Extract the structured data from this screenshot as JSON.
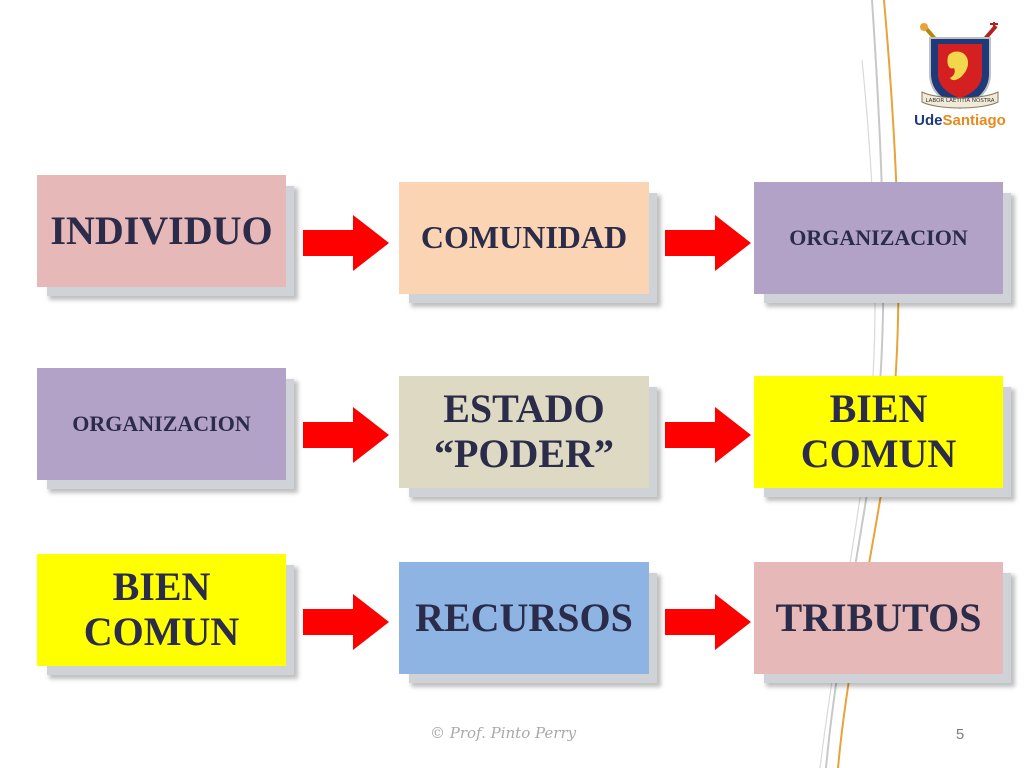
{
  "colors": {
    "pink": "#e6b8b7",
    "peach": "#fbd4b4",
    "lavender": "#b3a2c7",
    "khaki": "#ddd9c3",
    "yellow": "#ffff00",
    "blue": "#8eb4e3",
    "arrow": "#ff0000",
    "text": "#2b2b4a"
  },
  "rows": [
    [
      "INDIVIDUO",
      "COMUNIDAD",
      "ORGANIZACION"
    ],
    [
      "ORGANIZACION",
      "ESTADO\n“PODER”",
      "BIEN\nCOMUN"
    ],
    [
      "BIEN\nCOMUN",
      "RECURSOS",
      "TRIBUTOS"
    ]
  ],
  "logo": {
    "name_part1": "Ude",
    "name_part2": "Santiago",
    "motto": "LABOR LAETITIA NOSTRA"
  },
  "footer": {
    "copyright": "© Prof. Pinto Perry",
    "page_number": "5"
  }
}
